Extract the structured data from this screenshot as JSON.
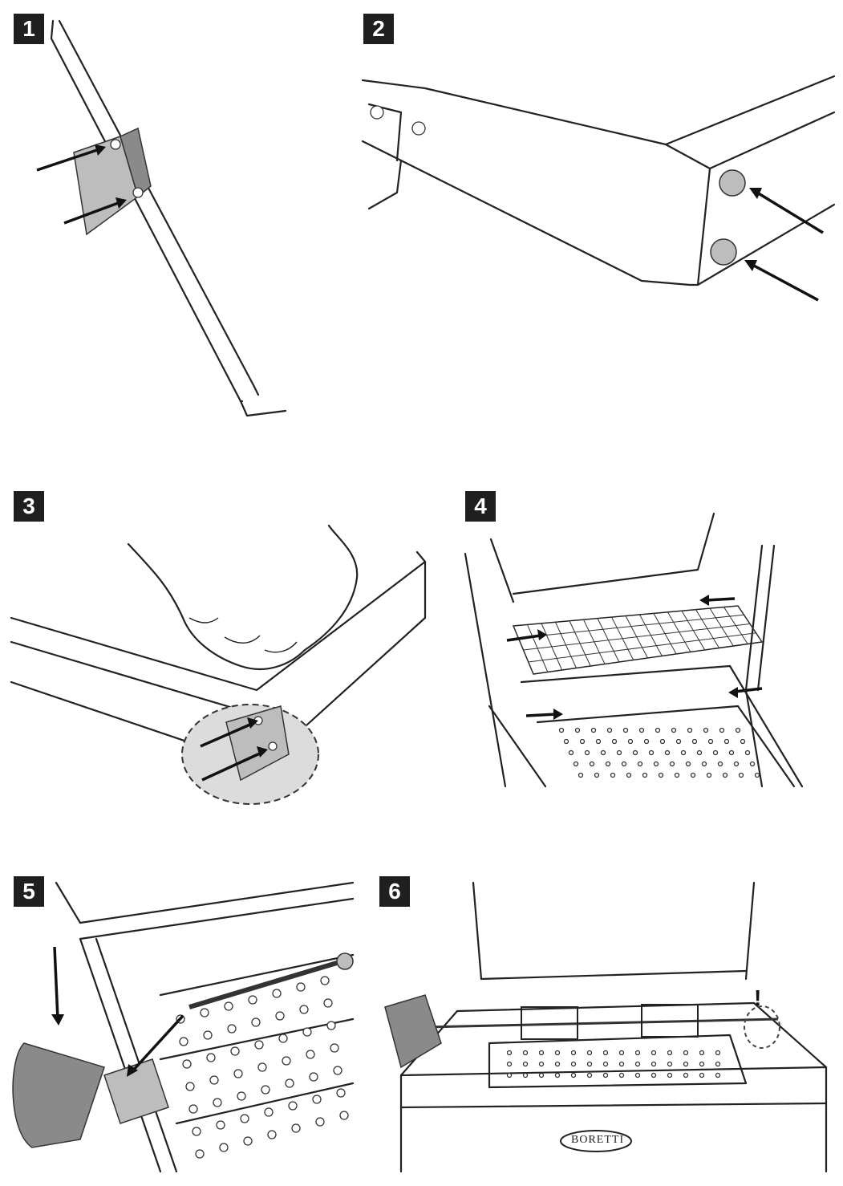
{
  "steps": [
    {
      "number": "1"
    },
    {
      "number": "2"
    },
    {
      "number": "3"
    },
    {
      "number": "4"
    },
    {
      "number": "5"
    },
    {
      "number": "6"
    }
  ],
  "panel6": {
    "brand_logo": "BORETTI",
    "warning_mark": "!"
  }
}
